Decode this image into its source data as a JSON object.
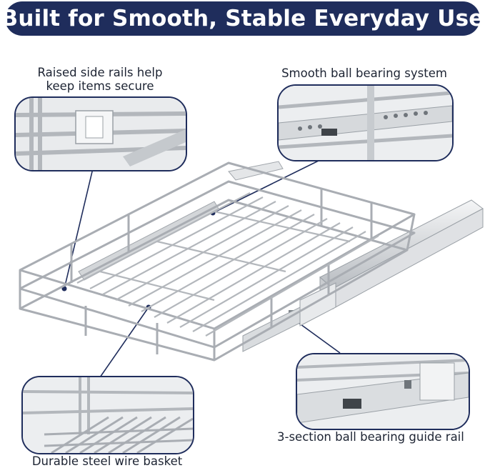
{
  "banner": {
    "title": "Built for Smooth, Stable Everyday Use"
  },
  "callouts": {
    "side_rails": {
      "line1": "Raised side rails help",
      "line2": "keep items secure"
    },
    "ball_bearing": {
      "text": "Smooth ball bearing system"
    },
    "guide_rail": {
      "text": "3-section ball bearing guide rail"
    },
    "wire_basket": {
      "text": "Durable steel wire basket"
    }
  },
  "colors": {
    "banner": "#1f2d5c",
    "accent_line": "#1f2d5c",
    "chrome": "#a9adb3"
  }
}
